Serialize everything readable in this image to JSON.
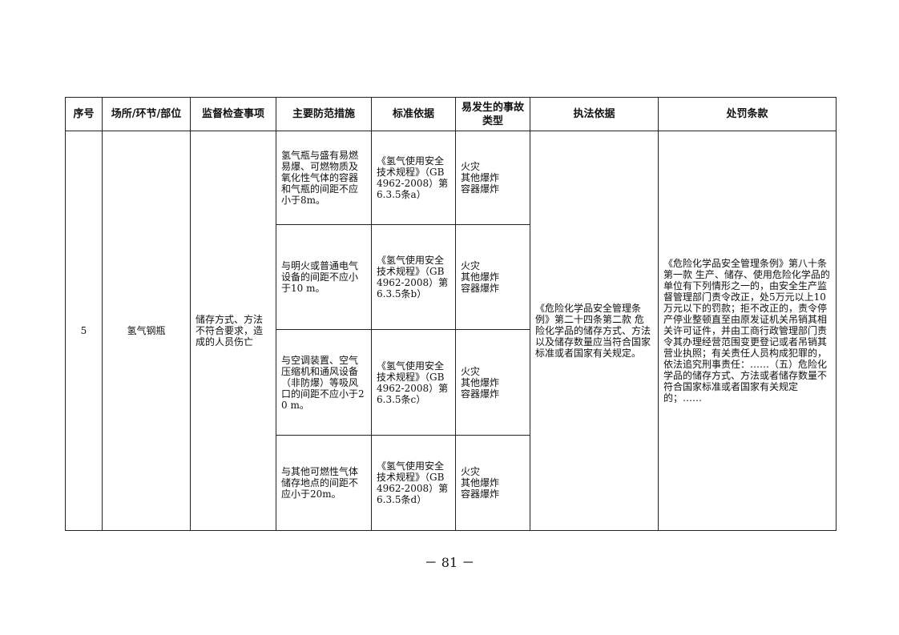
{
  "table": {
    "headers": {
      "seq": "序号",
      "location": "场所/环节/部位",
      "inspection_item": "监督检查事项",
      "measures": "主要防范措施",
      "standard": "标准依据",
      "accident_type": "易发生的事故类型",
      "law_basis": "执法依据",
      "penalty": "处罚条款"
    },
    "row": {
      "seq": "5",
      "location": "氢气钢瓶",
      "inspection_item": "储存方式、方法不符合要求，造成的人员伤亡",
      "law_basis": "《危险化学品安全管理条例》第二十四条第二款 危险化学品的储存方式、方法以及储存数量应当符合国家标准或者国家有关规定。",
      "penalty": "《危险化学品安全管理条例》第八十条第一款 生产、储存、使用危险化学品的单位有下列情形之一的，由安全生产监督管理部门责令改正，处5万元以上10万元以下的罚款；拒不改正的，责令停产停业整顿直至由原发证机关吊销其相关许可证件，并由工商行政管理部门责令其办理经营范围变更登记或者吊销其营业执照；有关责任人员构成犯罪的，依法追究刑事责任：……（五）危险化学品的储存方式、方法或者储存数量不符合国家标准或者国家有关规定的；……",
      "sub": [
        {
          "measure": "氢气瓶与盛有易燃易爆、可燃物质及氧化性气体的容器和气瓶的间距不应小于8m。",
          "standard": "《氢气使用安全技术规程》（GB 4962-2008）第6.3.5条a）",
          "accident": "火灾\n其他爆炸\n容器爆炸"
        },
        {
          "measure": "与明火或普通电气设备的间距不应小于10 m。",
          "standard": "《氢气使用安全技术规程》（GB 4962-2008）第6.3.5条b）",
          "accident": "火灾\n其他爆炸\n容器爆炸"
        },
        {
          "measure": "与空调装置、空气压缩机和通风设备（非防爆）等吸风口的间距不应小于20 m。",
          "standard": "《氢气使用安全技术规程》（GB 4962-2008）第6.3.5条c）",
          "accident": "火灾\n其他爆炸\n容器爆炸"
        },
        {
          "measure": "与其他可燃性气体储存地点的间距不应小于20m。",
          "standard": "《氢气使用安全技术规程》（GB 4962-2008）第6.3.5条d）",
          "accident": "火灾\n其他爆炸\n容器爆炸"
        }
      ]
    }
  },
  "page_number": "－ 81 －"
}
